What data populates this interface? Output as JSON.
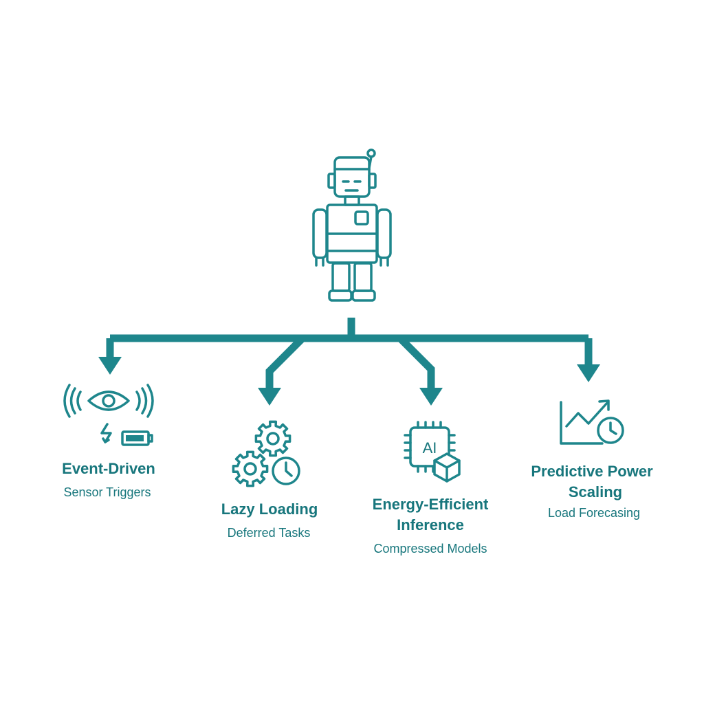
{
  "colors": {
    "primary": "#1e868c",
    "text": "#17767c",
    "background": "#ffffff"
  },
  "hub": {
    "icon": "robot-icon"
  },
  "nodes": [
    {
      "icon": "sensor-battery-icon",
      "title_line1": "Event-Driven",
      "title_line2": "",
      "subtitle": "Sensor Triggers"
    },
    {
      "icon": "gears-clock-icon",
      "title_line1": "Lazy Loading",
      "title_line2": "",
      "subtitle": "Deferred Tasks"
    },
    {
      "icon": "ai-chip-icon",
      "chip_label": "AI",
      "title_line1": "Energy-Efficient",
      "title_line2": "Inference",
      "subtitle": "Compressed Models"
    },
    {
      "icon": "growth-chart-clock-icon",
      "title_line1": "Predictive Power",
      "title_line2": "Scaling",
      "subtitle": "Load Forecasing"
    }
  ]
}
